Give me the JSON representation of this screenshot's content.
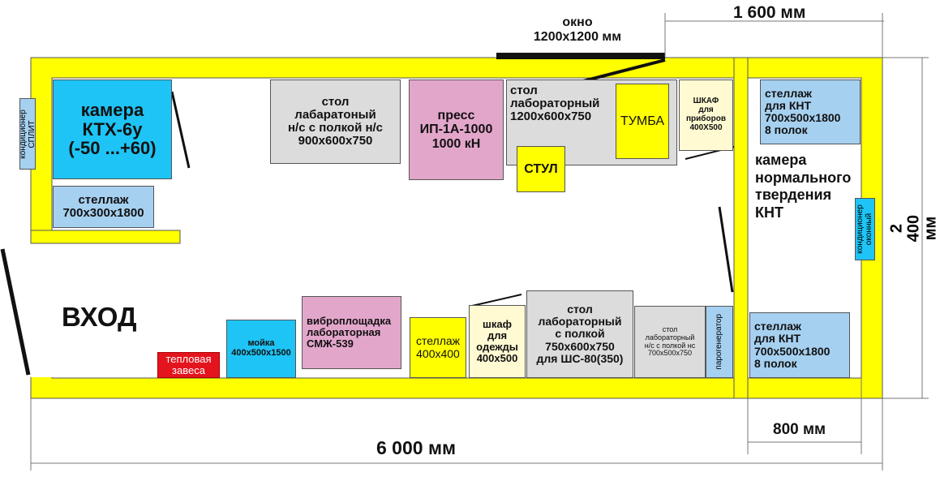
{
  "colors": {
    "wall": "#ffff00",
    "wall_border": "#555555",
    "light_blue": "#a6d0f0",
    "cyan": "#1ec4f5",
    "grey": "#dcdcdc",
    "pink": "#e3a6cb",
    "yellow": "#ffff00",
    "cream": "#fffad2",
    "red": "#e4141e"
  },
  "dimensions": {
    "width_total": "6 000 мм",
    "width_chamber": "1 600 мм",
    "width_rack": "800 мм",
    "height_total": "2 400 мм"
  },
  "window_label": "окно\n1200х1200 мм",
  "entrance_label": "ВХОД",
  "curing_chamber_label": "камера\nнормального\nтвердения\nКНТ",
  "items": {
    "split_ac": "кондиционер\nСПЛИТ",
    "climate_chamber": "камера\nКТХ-6у\n(-50 ...+60)",
    "rack_700": "стеллаж\n700х300х1800",
    "lab_table_shelf": "стол\nлабаратоный\nн/с с полкой н/с\n900х600х750",
    "press": "пресс\nИП-1А-1000\n1000 кН",
    "lab_table_1200": "стол\nлабораторный\n1200х600х750",
    "cabinet_pedestal": "ТУМБА",
    "chair": "СТУЛ",
    "instrument_cabinet": "ШКАФ\nдля\nприборов\n400Х500",
    "knt_rack_top": "стеллаж\nдля КНТ\n700х500х1800\n8 полок",
    "window_ac": "кондиционер\nоконный",
    "knt_rack_bottom": "стеллаж\nдля КНТ\n700х500х1800\n8 полок",
    "steam_generator": "парогенератор",
    "small_table": "стол\nлабораторный\nн/с с полкой нс\n700х500х750",
    "table_shs80": "стол\nлабораторный\nс полкой\n750х600х750\nдля ШС-80(350)",
    "clothes_cabinet": "шкаф\nдля\nодежды\n400х500",
    "rack_400": "стеллаж\n400х400",
    "vibro_platform": "виброплощадка\nлабораторная\nСМЖ-539",
    "sink": "мойка\n400х500х1500",
    "air_curtain": "тепловая\nзавеса"
  }
}
